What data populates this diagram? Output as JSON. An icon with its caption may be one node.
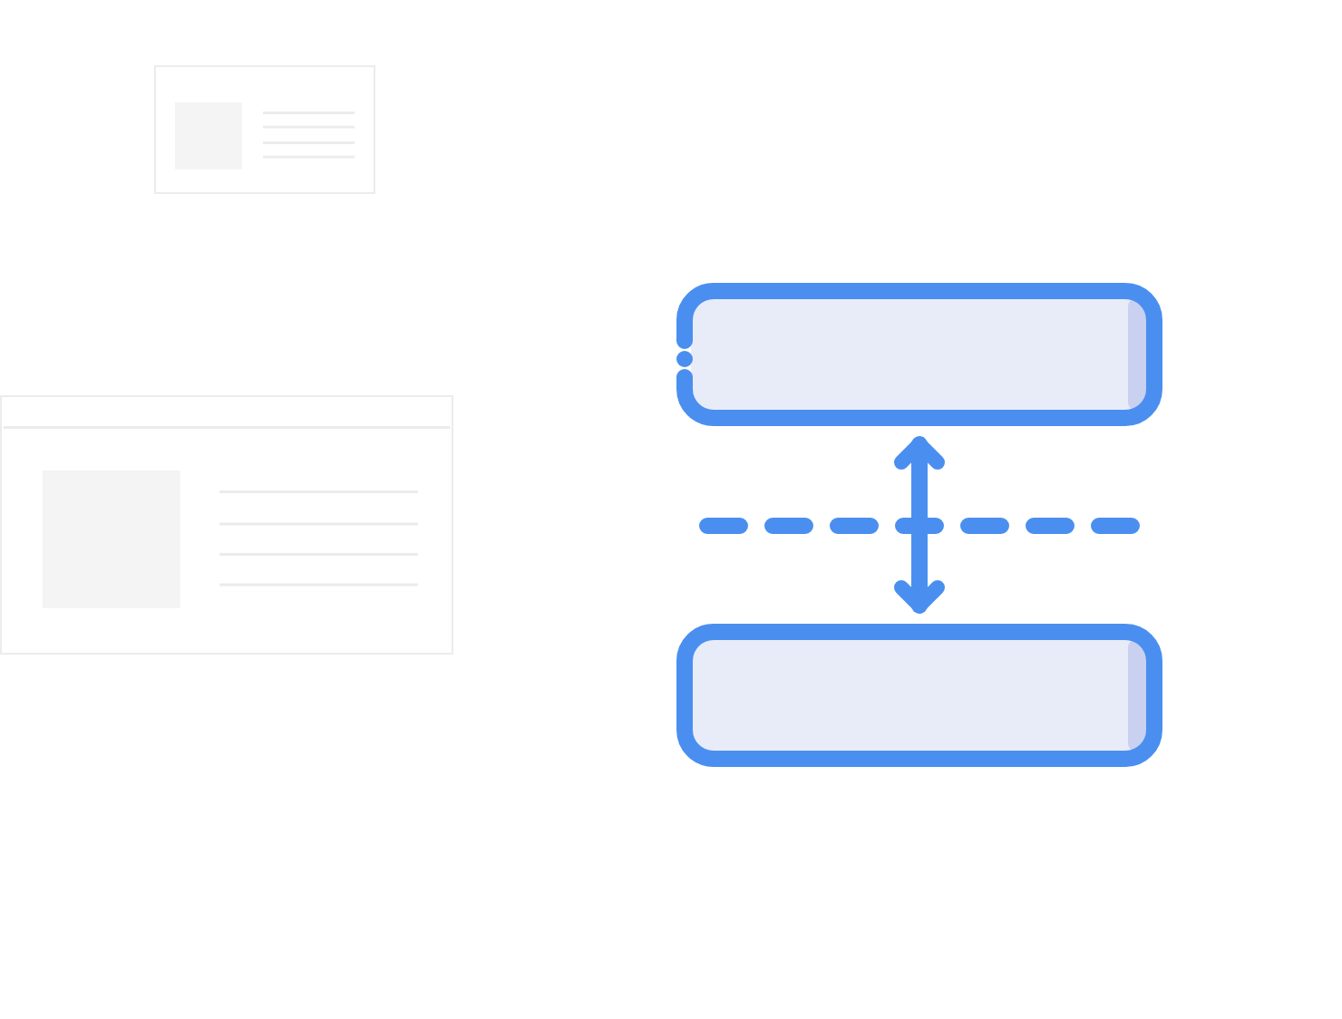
{
  "diagram": {
    "nodes": [
      {
        "text": [],
        "shape": "bar"
      },
      {
        "text": [],
        "shape": "bar"
      }
    ],
    "edges": [
      {
        "from": 0,
        "to": 1,
        "arrow": "both"
      }
    ]
  }
}
